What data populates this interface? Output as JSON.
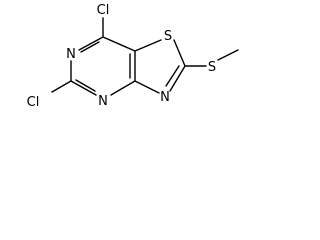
{
  "molecule": {
    "atoms": {
      "cl_top": "Cl",
      "cl_left": "Cl",
      "n_left": "N",
      "n_bottom": "N",
      "n_thiazole": "N",
      "s_ring": "S",
      "s_methyl": "S"
    },
    "colors": {
      "bond": "#000000",
      "atom_label": "#000000",
      "background": "#ffffff"
    }
  }
}
